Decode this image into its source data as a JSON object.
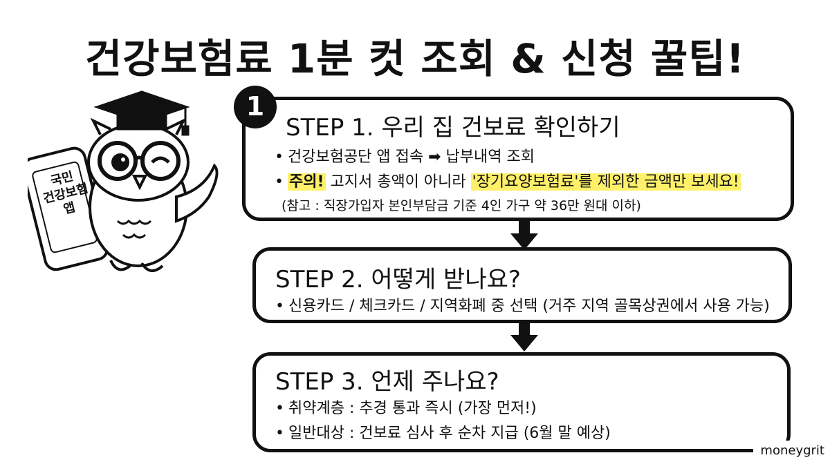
{
  "title": "건강보험료 1분 컷 조회 & 신청 꿀팁!",
  "badge": "1",
  "phone_label": "국민\n건강보험\n앱",
  "step1": {
    "title": "STEP 1. 우리 집 건보료 확인하기",
    "bullet1": "건강보험공단 앱 접속 ➡ 납부내역 조회",
    "bullet2_prefix": "주의!",
    "bullet2_mid": " 고지서 총액이 아니라 ",
    "bullet2_highlight": "'장기요양보험료'를 제외한 금액만 보세요!",
    "note": "(참고 : 직장가입자 본인부담금 기준 4인 가구 약 36만 원대 이하)"
  },
  "step2": {
    "title": "STEP 2. 어떻게 받나요?",
    "bullet1": "신용카드 / 체크카드 / 지역화폐 중 선택 (거주 지역 골목상권에서 사용 가능)"
  },
  "step3": {
    "title": "STEP 3. 언제 주나요?",
    "bullet1": "취약계층 : 추경 통과 즉시 (가장 먼저!)",
    "bullet2": "일반대상 : 건보료 심사 후 순차 지급 (6월 말 예상)"
  },
  "watermark": "moneygrit",
  "colors": {
    "highlight": "#fff06a",
    "ink": "#111111",
    "background": "#ffffff"
  }
}
